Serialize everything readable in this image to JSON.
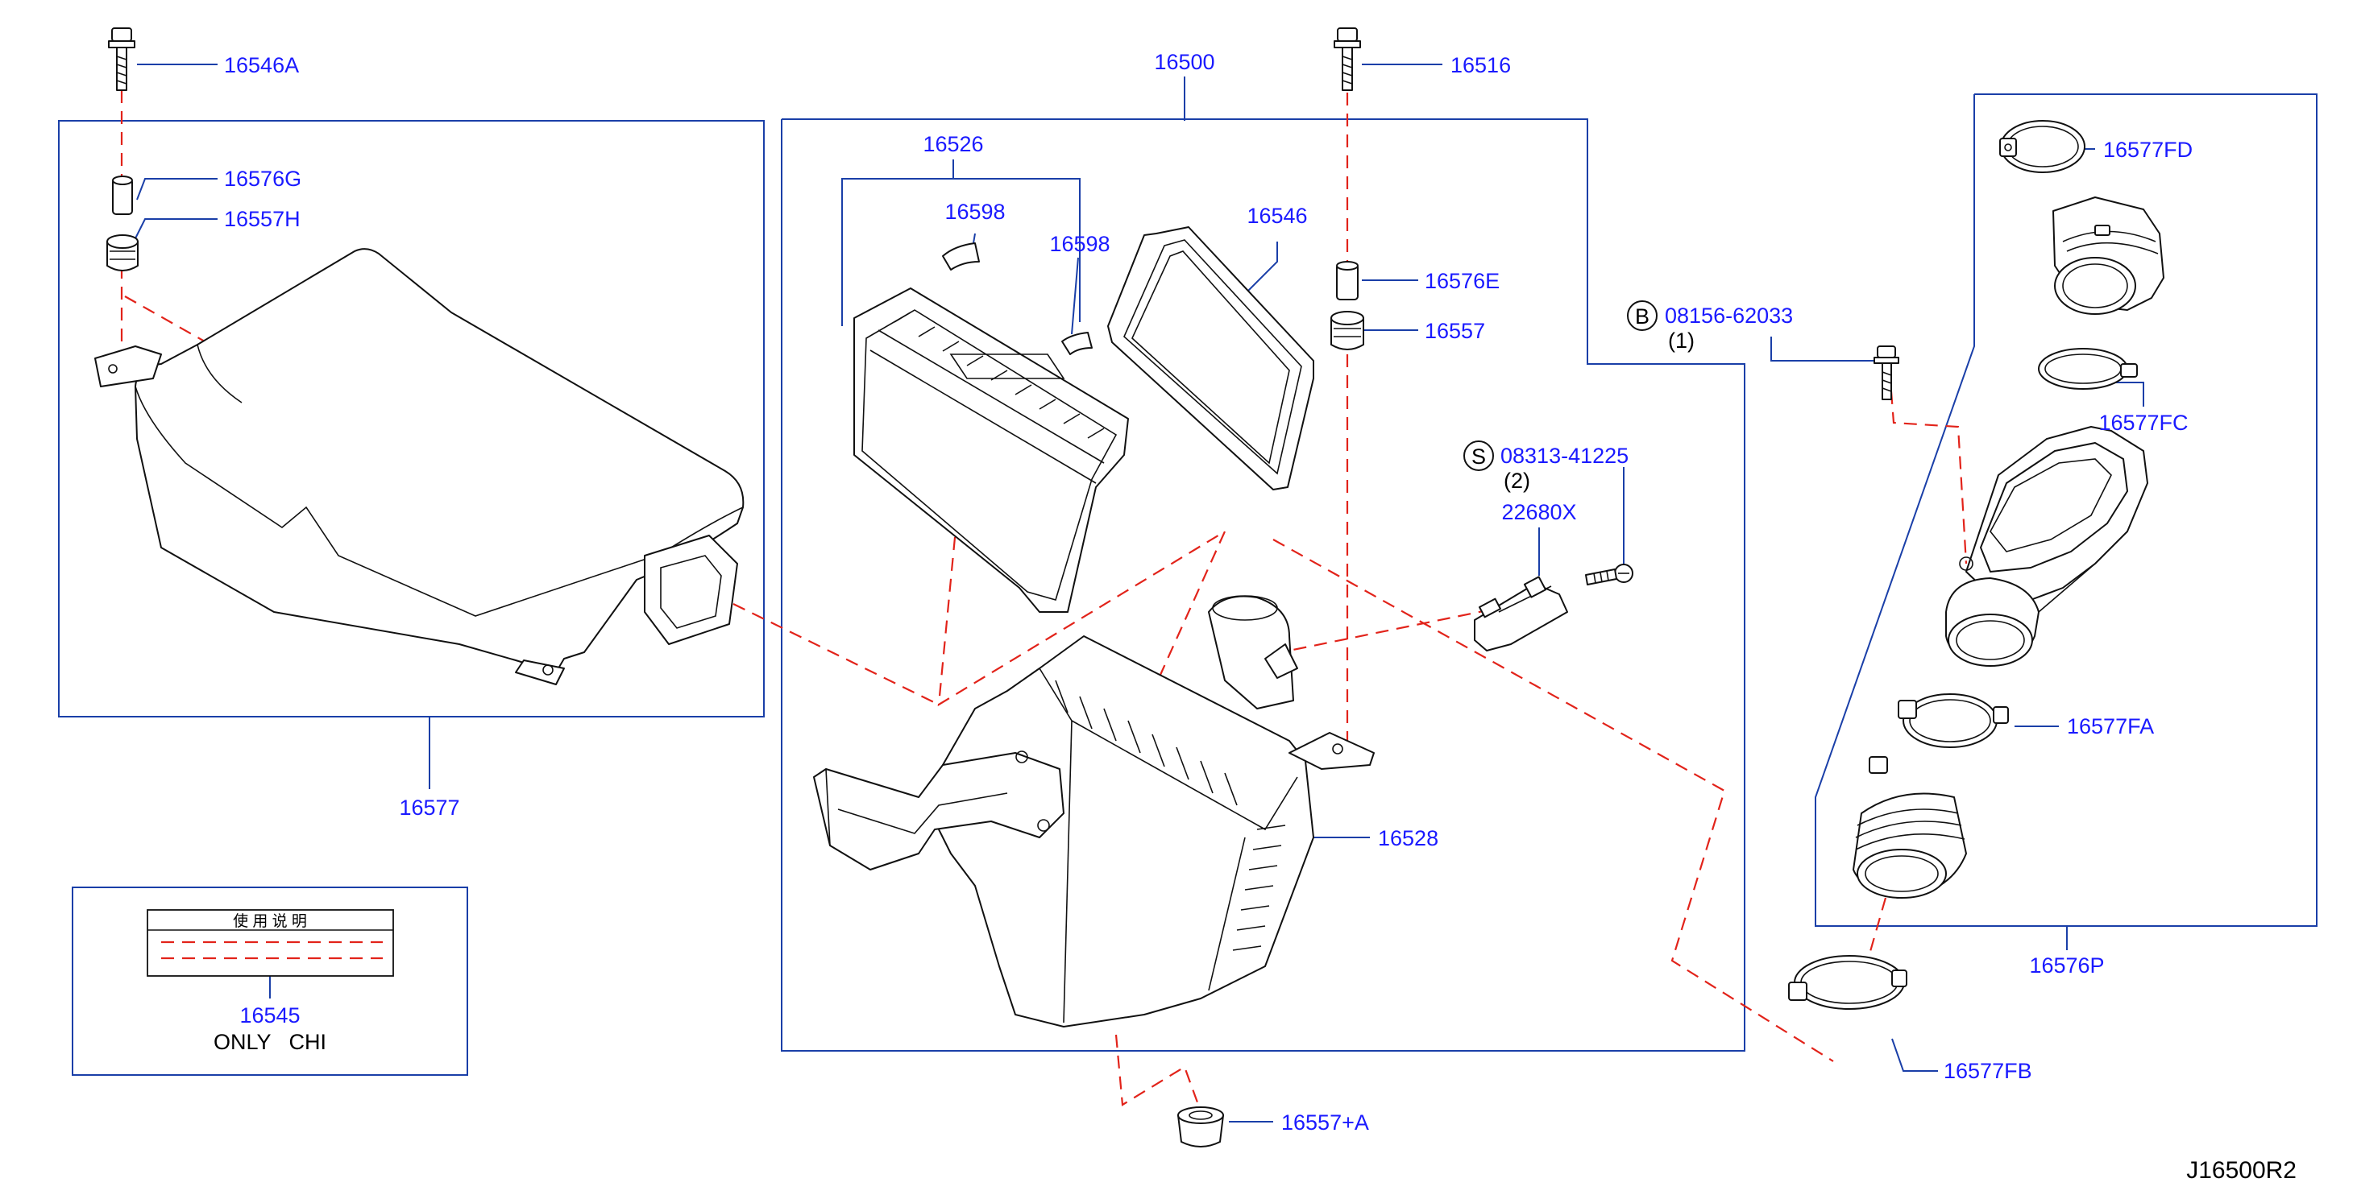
{
  "diagram_code": "J16500R2",
  "labels": {
    "p16546A": "16546A",
    "p16576G": "16576G",
    "p16557H": "16557H",
    "p16577": "16577",
    "p16500": "16500",
    "p16526": "16526",
    "p16598a": "16598",
    "p16598b": "16598",
    "p16546": "16546",
    "p16516": "16516",
    "p16576E": "16576E",
    "p16557": "16557",
    "p16528": "16528",
    "p16557A": "16557+A",
    "p08156": "08156-62033",
    "p08156qty": "(1)",
    "p08313": "08313-41225",
    "p08313qty": "(2)",
    "p22680X": "22680X",
    "p16577FD": "16577FD",
    "p16577FC": "16577FC",
    "p16577FA": "16577FA",
    "p16577FB": "16577FB",
    "p16576P": "16576P",
    "p16545": "16545",
    "only_chi": "ONLY   CHI",
    "label_card_text": "使 用 说 明",
    "circle_B": "B",
    "circle_S": "S"
  },
  "icons": [
    "bolt-icon",
    "pin-icon",
    "grommet-icon",
    "hose-clamp-icon",
    "duct-icon",
    "air-cleaner-case-icon",
    "filter-element-icon",
    "seal-frame-icon",
    "mass-air-flow-sensor-icon",
    "screw-icon",
    "label-card-icon"
  ],
  "colors": {
    "part_number": "#1a1aff",
    "frame": "#1a3fa8",
    "dashed_leader": "#e2231a",
    "drawing": "#111111"
  }
}
